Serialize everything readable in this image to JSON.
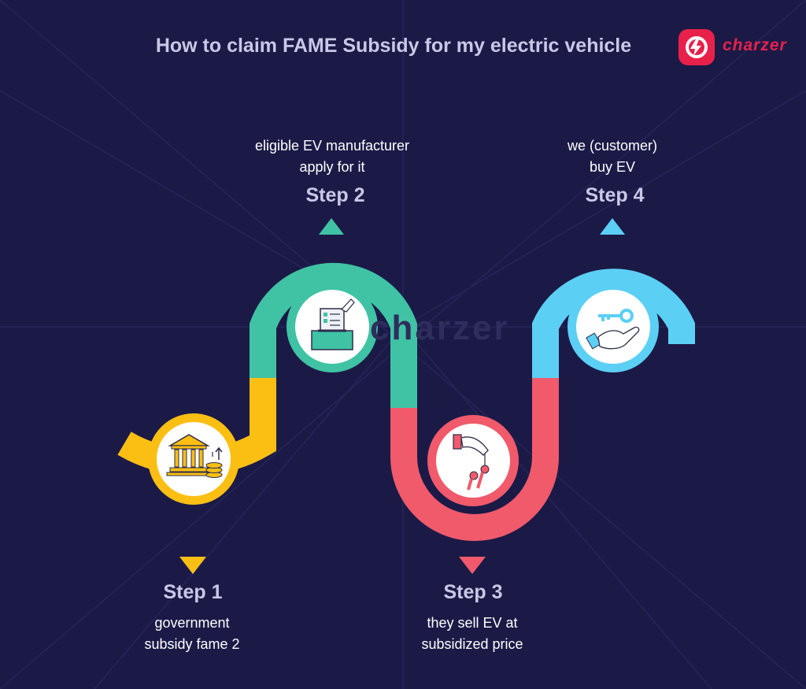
{
  "title": "How to claim FAME Subsidy for my electric vehicle",
  "brand": {
    "name": "charzer",
    "color": "#e8214a"
  },
  "watermark": "charzer",
  "steps": [
    {
      "label": "Step 1",
      "desc_lines": [
        "government",
        "subsidy fame 2"
      ],
      "color": "#fbbf14",
      "icon": "bank-icon"
    },
    {
      "label": "Step 2",
      "desc_lines": [
        "eligible EV manufacturer",
        "apply for it"
      ],
      "color": "#3fc3a4",
      "icon": "ballot-box-icon"
    },
    {
      "label": "Step 3",
      "desc_lines": [
        "they sell EV at",
        "subsidized price"
      ],
      "color": "#f05a6b",
      "icon": "hand-keys-icon"
    },
    {
      "label": "Step 4",
      "desc_lines": [
        "we (customer)",
        "buy EV"
      ],
      "color": "#5ccff5",
      "icon": "hand-key-icon"
    }
  ]
}
